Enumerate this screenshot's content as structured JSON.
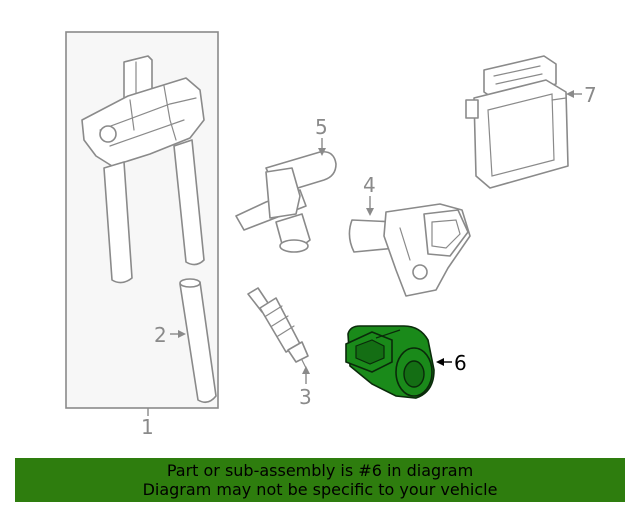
{
  "diagram": {
    "callouts": [
      {
        "number": "1"
      },
      {
        "number": "2"
      },
      {
        "number": "3"
      },
      {
        "number": "4"
      },
      {
        "number": "5"
      },
      {
        "number": "6"
      },
      {
        "number": "7"
      }
    ],
    "highlighted_part": "6"
  },
  "colors": {
    "highlight_fill": "#1a8a1a",
    "banner_background": "#2e7d0e",
    "part_stroke": "#8a8a8a",
    "frame_fill": "#f7f7f7"
  },
  "banner": {
    "line1": "Part or sub-assembly is #6 in diagram",
    "line2": "Diagram may not be specific to your vehicle"
  }
}
